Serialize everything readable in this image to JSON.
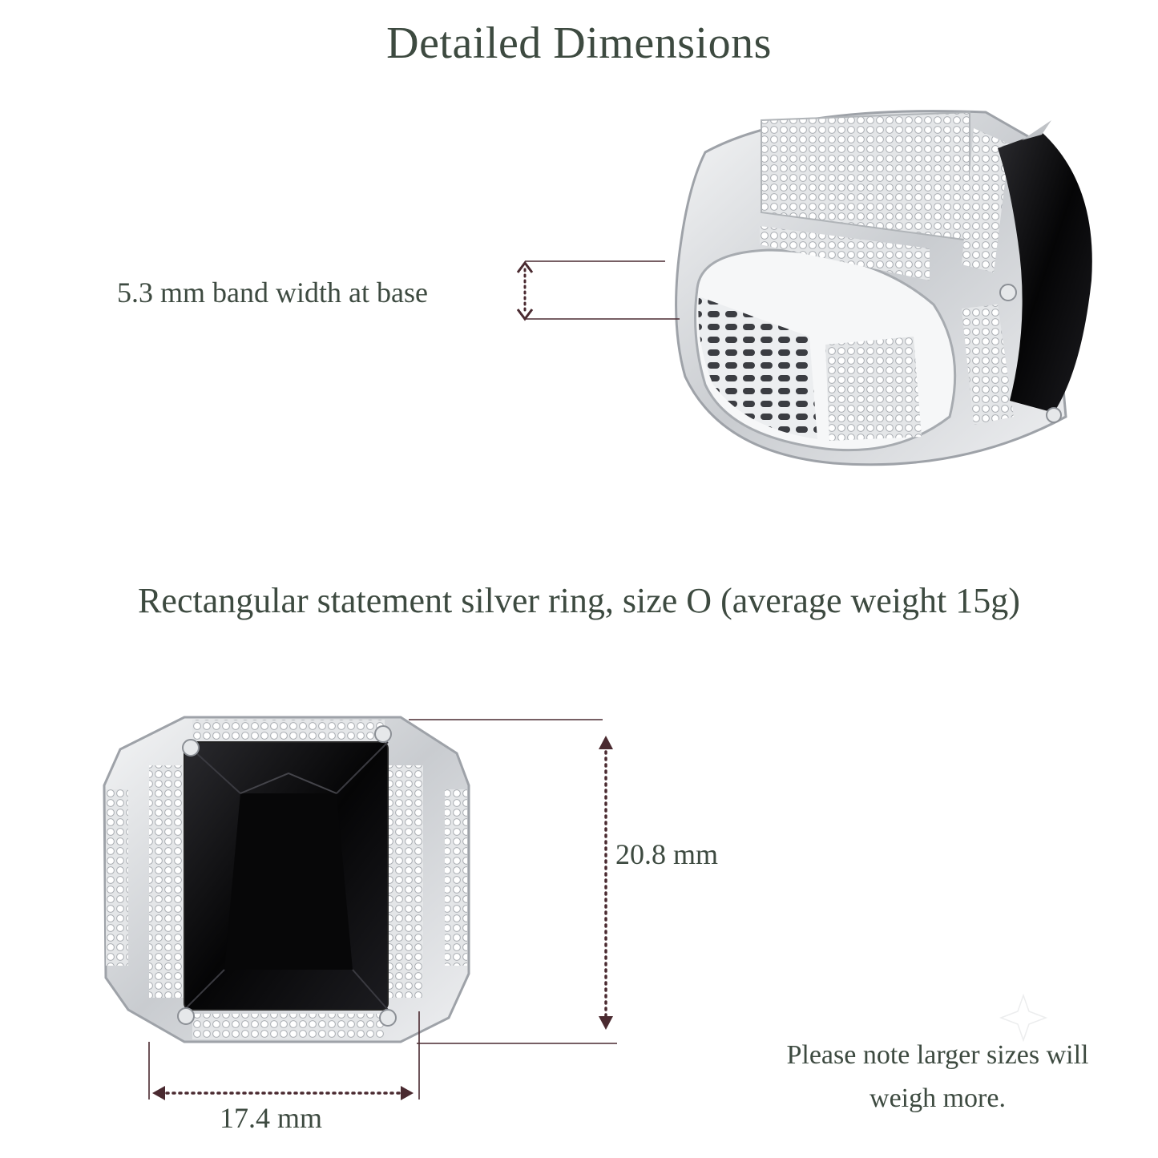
{
  "heading": {
    "title": "Detailed Dimensions",
    "subtitle": "Rectangular statement silver ring, size O (average weight 15g)"
  },
  "dimensions": {
    "band_width": "5.3 mm band width at base",
    "height": "20.8 mm",
    "width": "17.4 mm"
  },
  "note": {
    "line1": "Please note larger sizes will",
    "line2": "weigh more."
  },
  "colors": {
    "text": "#3d4a40",
    "arrow": "#4a2a30",
    "silver": "#d9dbde",
    "stone": "#0b0b0d"
  }
}
